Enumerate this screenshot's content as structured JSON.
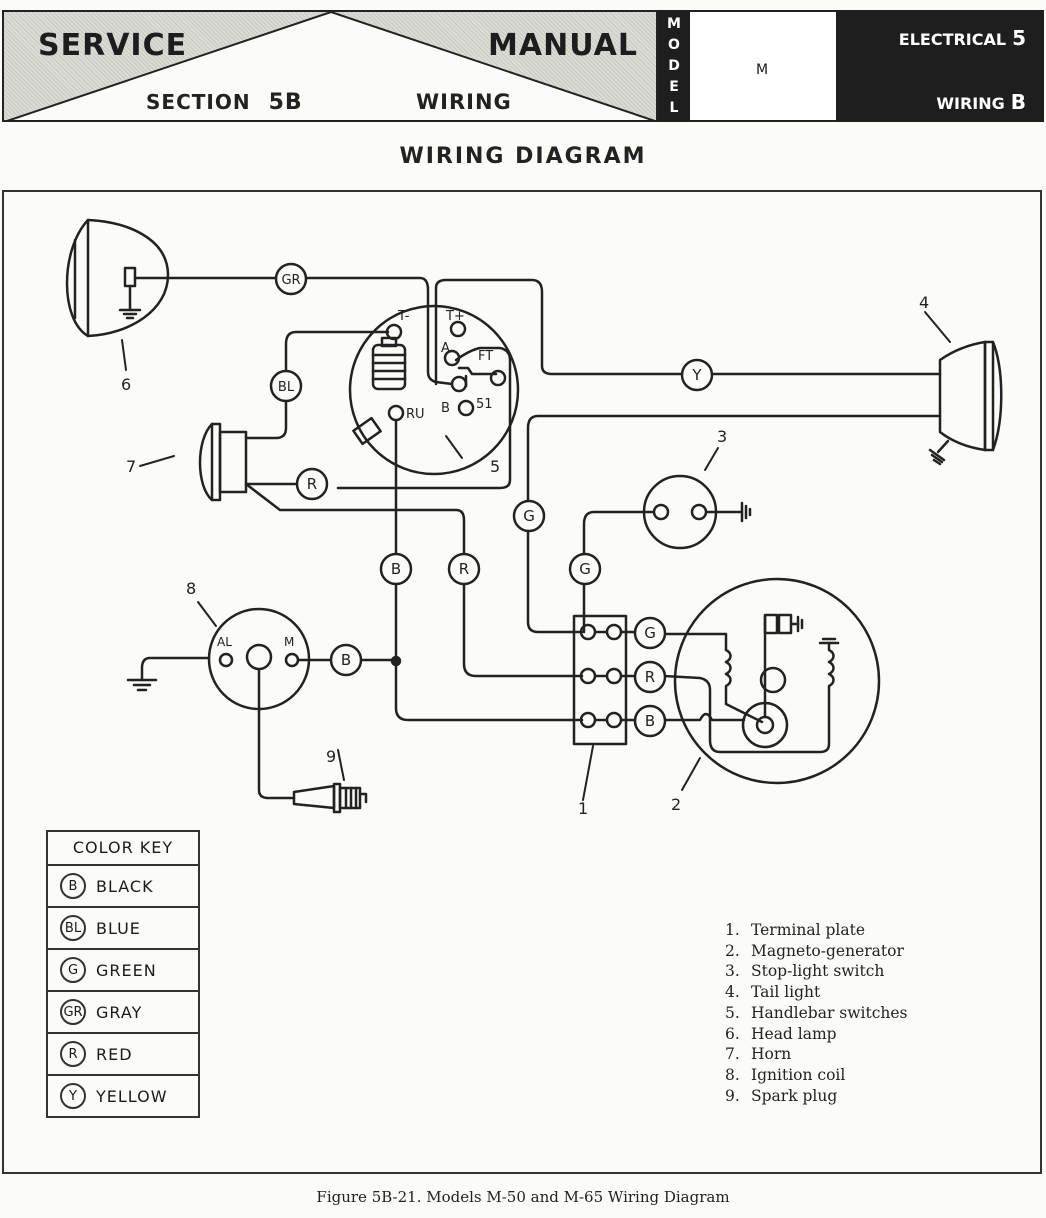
{
  "header": {
    "service": "SERVICE",
    "manual": "MANUAL",
    "section_label": "SECTION",
    "section_number": "5B",
    "section_topic": "WIRING",
    "model_label_letters": [
      "M",
      "O",
      "D",
      "E",
      "L"
    ],
    "model_value": "M",
    "electrical_label": "ELECTRICAL",
    "electrical_number": "5",
    "wiring_label": "WIRING",
    "wiring_letter": "B"
  },
  "title": "WIRING DIAGRAM",
  "diagram": {
    "wire_badges": {
      "gray": "GR",
      "blue": "BL",
      "red_horn": "R",
      "yellow": "Y",
      "green_top": "G",
      "green_mid": "G",
      "black_mid": "B",
      "red_mid": "R",
      "black_coil": "B",
      "plate_g": "G",
      "plate_r": "R",
      "plate_b": "B"
    },
    "switch_terminals": [
      "T-",
      "T+",
      "A",
      "FT",
      "B",
      "51",
      "RU"
    ],
    "coil_terminals": [
      "AL",
      "M"
    ],
    "callouts": [
      "1",
      "2",
      "3",
      "4",
      "5",
      "6",
      "7",
      "8",
      "9"
    ]
  },
  "color_key": {
    "title": "COLOR KEY",
    "items": [
      {
        "code": "B",
        "name": "BLACK"
      },
      {
        "code": "BL",
        "name": "BLUE"
      },
      {
        "code": "G",
        "name": "GREEN"
      },
      {
        "code": "GR",
        "name": "GRAY"
      },
      {
        "code": "R",
        "name": "RED"
      },
      {
        "code": "Y",
        "name": "YELLOW"
      }
    ]
  },
  "legend": [
    {
      "n": "1.",
      "label": "Terminal plate"
    },
    {
      "n": "2.",
      "label": "Magneto-generator"
    },
    {
      "n": "3.",
      "label": "Stop-light switch"
    },
    {
      "n": "4.",
      "label": "Tail light"
    },
    {
      "n": "5.",
      "label": "Handlebar switches"
    },
    {
      "n": "6.",
      "label": "Head lamp"
    },
    {
      "n": "7.",
      "label": "Horn"
    },
    {
      "n": "8.",
      "label": "Ignition coil"
    },
    {
      "n": "9.",
      "label": "Spark plug"
    }
  ],
  "caption": "Figure 5B-21.  Models M-50 and M-65 Wiring Diagram"
}
